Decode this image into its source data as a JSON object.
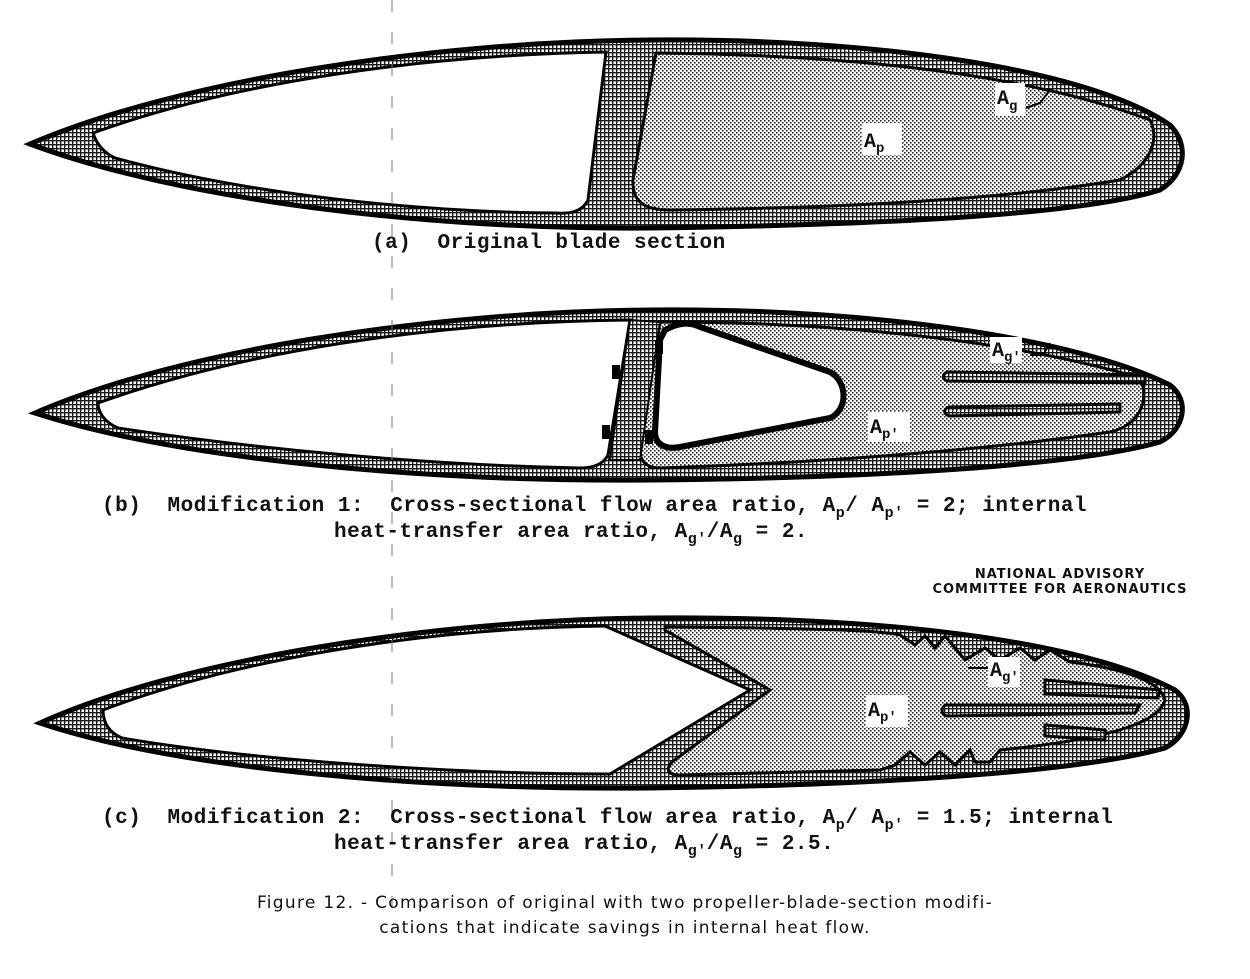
{
  "figure": {
    "number": "Figure 12.",
    "caption_line1": "Figure 12. - Comparison of original with two propeller-blade-section modifi-",
    "caption_line2": "cations that indicate savings in internal heat flow."
  },
  "watermark": {
    "line1": "NATIONAL ADVISORY",
    "line2": "COMMITTEE FOR AERONAUTICS"
  },
  "panels": [
    {
      "id": "a",
      "caption": "(a)  Original blade section",
      "labels": {
        "flow_area": "A",
        "flow_area_sub": "p",
        "heat_area": "A",
        "heat_area_sub": "g"
      }
    },
    {
      "id": "b",
      "caption_prefix": "(b)  Modification 1:",
      "caption_line1": "Cross-sectional flow area ratio, ",
      "ratio1_num": "A",
      "ratio1_num_sub": "p",
      "ratio1_den": "A",
      "ratio1_den_sub": "p'",
      "ratio1_value": " = 2; internal",
      "caption_line2": "heat-transfer area ratio, ",
      "ratio2_num": "A",
      "ratio2_num_sub": "g'",
      "ratio2_den": "A",
      "ratio2_den_sub": "g",
      "ratio2_value": " = 2.",
      "labels": {
        "flow_area": "A",
        "flow_area_sub": "p'",
        "heat_area": "A",
        "heat_area_sub": "g'"
      }
    },
    {
      "id": "c",
      "caption_prefix": "(c)  Modification 2:",
      "caption_line1": "Cross-sectional flow area ratio, ",
      "ratio1_num": "A",
      "ratio1_num_sub": "p",
      "ratio1_den": "A",
      "ratio1_den_sub": "p'",
      "ratio1_value": " = 1.5; internal",
      "caption_line2": "heat-transfer area ratio, ",
      "ratio2_num": "A",
      "ratio2_num_sub": "g'",
      "ratio2_den": "A",
      "ratio2_den_sub": "g",
      "ratio2_value": " = 2.5.",
      "labels": {
        "flow_area": "A",
        "flow_area_sub": "p'",
        "heat_area": "A",
        "heat_area_sub": "g'"
      }
    }
  ]
}
